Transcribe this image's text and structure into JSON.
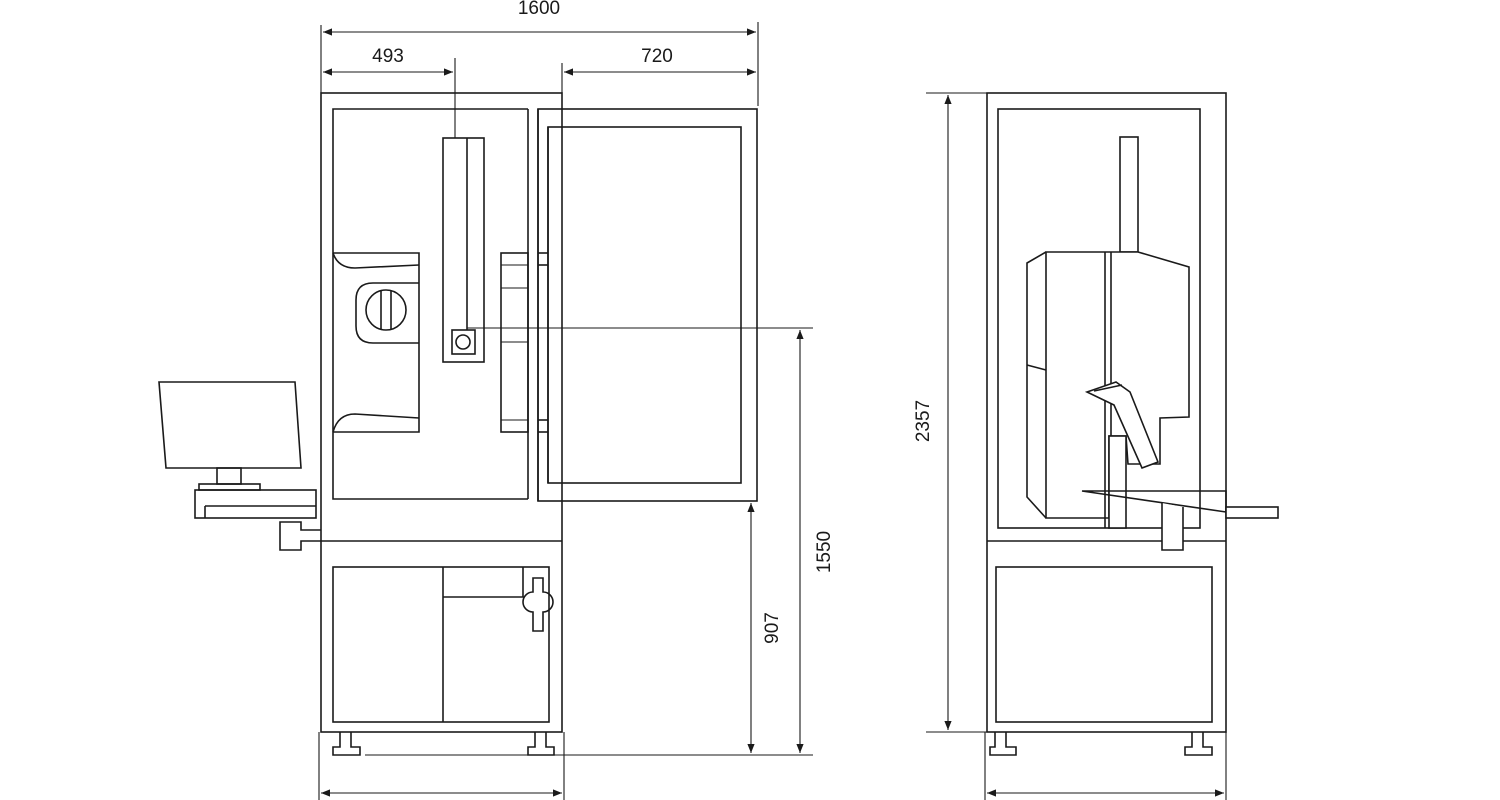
{
  "front_view": {
    "dim_overall_width": "1600",
    "dim_left_offset": "493",
    "dim_door_width": "720",
    "dim_axis_height": "1550",
    "dim_door_bottom_height": "907"
  },
  "side_view": {
    "dim_overall_height": "2357"
  }
}
